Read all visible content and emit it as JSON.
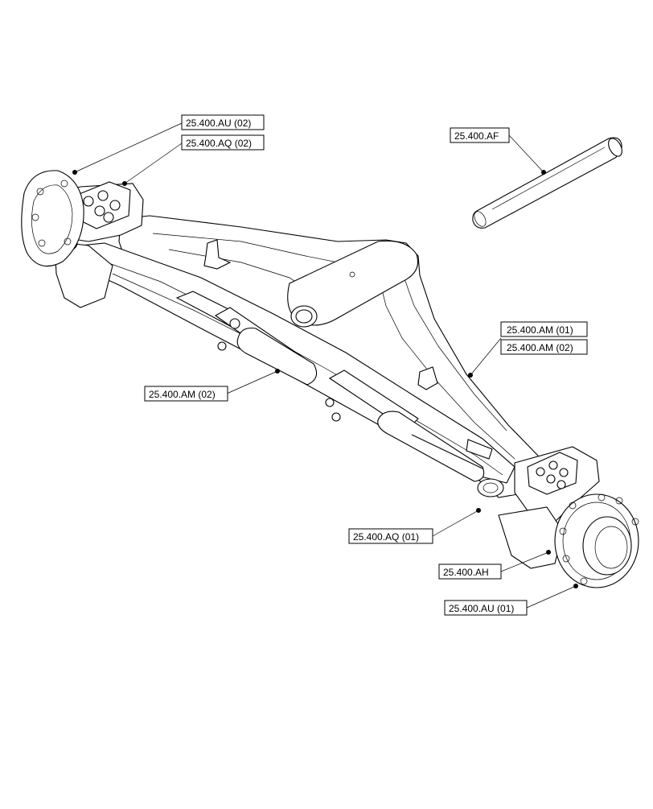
{
  "diagram": {
    "callouts": [
      {
        "id": "au02",
        "text": "25.400.AU (02)"
      },
      {
        "id": "aq02",
        "text": "25.400.AQ (02)"
      },
      {
        "id": "af",
        "text": "25.400.AF"
      },
      {
        "id": "am01",
        "text": "25.400.AM (01)"
      },
      {
        "id": "am02a",
        "text": "25.400.AM (02)"
      },
      {
        "id": "am02b",
        "text": "25.400.AM (02)"
      },
      {
        "id": "aq01",
        "text": "25.400.AQ (01)"
      },
      {
        "id": "ah",
        "text": "25.400.AH"
      },
      {
        "id": "au01",
        "text": "25.400.AU (01)"
      }
    ]
  }
}
